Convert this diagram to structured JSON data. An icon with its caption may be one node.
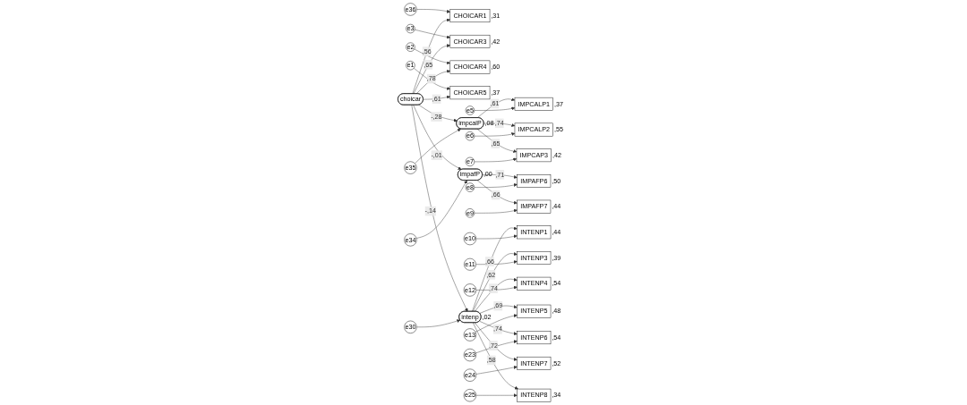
{
  "diagram": {
    "nodes": [
      {
        "text": [
          "e36"
        ]
      },
      {
        "text": [
          "CHOICAR1"
        ],
        "beside": [
          ",31"
        ]
      },
      {
        "text": [
          "e3"
        ]
      },
      {
        "text": [
          "CHOICAR3"
        ],
        "beside": [
          ",42"
        ]
      },
      {
        "text": [
          "e2"
        ]
      },
      {
        "text": [
          "CHOICAR4"
        ],
        "beside": [
          ",60"
        ]
      },
      {
        "text": [
          "e1"
        ]
      },
      {
        "text": [
          "CHOICAR5"
        ],
        "beside": [
          ",37"
        ]
      },
      {
        "text": [
          "choicar"
        ]
      },
      {
        "text": [
          "e35"
        ]
      },
      {
        "text": [
          "impcalP"
        ],
        "beside": [
          ",08"
        ]
      },
      {
        "text": [
          "IMPCALP1"
        ],
        "beside": [
          ",37"
        ]
      },
      {
        "text": [
          "e5"
        ]
      },
      {
        "text": [
          "IMPCALP2"
        ],
        "beside": [
          ",55"
        ]
      },
      {
        "text": [
          "e6"
        ]
      },
      {
        "text": [
          "IMPCAP3"
        ],
        "beside": [
          ",42"
        ]
      },
      {
        "text": [
          "e7"
        ]
      },
      {
        "text": [
          "e34"
        ]
      },
      {
        "text": [
          "impafP"
        ],
        "beside": [
          ",00"
        ]
      },
      {
        "text": [
          "IMPAFP6"
        ],
        "beside": [
          ",50"
        ]
      },
      {
        "text": [
          "e8"
        ]
      },
      {
        "text": [
          "IMPAFP7"
        ],
        "beside": [
          ",44"
        ]
      },
      {
        "text": [
          "e9"
        ]
      },
      {
        "text": [
          "intenp"
        ],
        "beside": [
          ",02"
        ]
      },
      {
        "text": [
          "INTENP1"
        ],
        "beside": [
          ",44"
        ]
      },
      {
        "text": [
          "e10"
        ]
      },
      {
        "text": [
          "INTENP3"
        ],
        "beside": [
          ",39"
        ]
      },
      {
        "text": [
          "e11"
        ]
      },
      {
        "text": [
          "INTENP4"
        ],
        "beside": [
          ",54"
        ]
      },
      {
        "text": [
          "e12"
        ]
      },
      {
        "text": [
          "INTENP5"
        ],
        "beside": [
          ",48"
        ]
      },
      {
        "text": [
          "e13"
        ]
      },
      {
        "text": [
          "INTENP6"
        ],
        "beside": [
          ",54"
        ]
      },
      {
        "text": [
          "e23"
        ]
      },
      {
        "text": [
          "INTENP7"
        ],
        "beside": [
          ",52"
        ]
      },
      {
        "text": [
          "e24"
        ]
      },
      {
        "text": [
          "INTENP8"
        ],
        "beside": [
          ",34"
        ]
      },
      {
        "text": [
          "e25"
        ]
      },
      {
        "text": [
          "e30"
        ]
      }
    ],
    "edges": [
      {
        "from": 0,
        "to": 1,
        "arrow": "to"
      },
      {
        "from": 8,
        "to": 1,
        "arrow": "to",
        "label": ",56"
      },
      {
        "from": 2,
        "to": 3,
        "arrow": "to"
      },
      {
        "from": 8,
        "to": 3,
        "arrow": "to",
        "label": ",65"
      },
      {
        "from": 4,
        "to": 5,
        "arrow": "to"
      },
      {
        "from": 8,
        "to": 5,
        "arrow": "to",
        "label": ",78"
      },
      {
        "from": 6,
        "to": 7,
        "arrow": "to"
      },
      {
        "from": 8,
        "to": 7,
        "arrow": "to",
        "label": ",61"
      },
      {
        "from": 8,
        "to": 10,
        "arrow": "to",
        "label": "-,28"
      },
      {
        "from": 8,
        "to": 18,
        "arrow": "to",
        "label": "-,01"
      },
      {
        "from": 8,
        "to": 23,
        "arrow": "to",
        "label": "-,14"
      },
      {
        "from": 9,
        "to": 10,
        "arrow": "to"
      },
      {
        "from": 10,
        "to": 11,
        "arrow": "to",
        "label": ",61"
      },
      {
        "from": 12,
        "to": 11,
        "arrow": "to"
      },
      {
        "from": 10,
        "to": 13,
        "arrow": "to",
        "label": ",74"
      },
      {
        "from": 14,
        "to": 13,
        "arrow": "to"
      },
      {
        "from": 10,
        "to": 15,
        "arrow": "to",
        "label": ",65"
      },
      {
        "from": 16,
        "to": 15,
        "arrow": "to"
      },
      {
        "from": 17,
        "to": 18,
        "arrow": "to"
      },
      {
        "from": 18,
        "to": 19,
        "arrow": "to",
        "label": ",71"
      },
      {
        "from": 20,
        "to": 19,
        "arrow": "to"
      },
      {
        "from": 18,
        "to": 21,
        "arrow": "to",
        "label": ",66"
      },
      {
        "from": 22,
        "to": 21,
        "arrow": "to"
      },
      {
        "from": 38,
        "to": 23,
        "arrow": "to"
      },
      {
        "from": 23,
        "to": 24,
        "arrow": "to",
        "label": ",66"
      },
      {
        "from": 25,
        "to": 24,
        "arrow": "to"
      },
      {
        "from": 23,
        "to": 26,
        "arrow": "to",
        "label": ",62"
      },
      {
        "from": 27,
        "to": 26,
        "arrow": "to"
      },
      {
        "from": 23,
        "to": 28,
        "arrow": "to",
        "label": ",74"
      },
      {
        "from": 29,
        "to": 28,
        "arrow": "to"
      },
      {
        "from": 23,
        "to": 30,
        "arrow": "to",
        "label": ",69"
      },
      {
        "from": 31,
        "to": 30,
        "arrow": "to"
      },
      {
        "from": 23,
        "to": 32,
        "arrow": "to",
        "label": ",74"
      },
      {
        "from": 33,
        "to": 32,
        "arrow": "to"
      },
      {
        "from": 23,
        "to": 34,
        "arrow": "to",
        "label": ",72"
      },
      {
        "from": 35,
        "to": 34,
        "arrow": "to"
      },
      {
        "from": 23,
        "to": 36,
        "arrow": "to",
        "label": ",58"
      },
      {
        "from": 37,
        "to": 36,
        "arrow": "to"
      }
    ]
  }
}
